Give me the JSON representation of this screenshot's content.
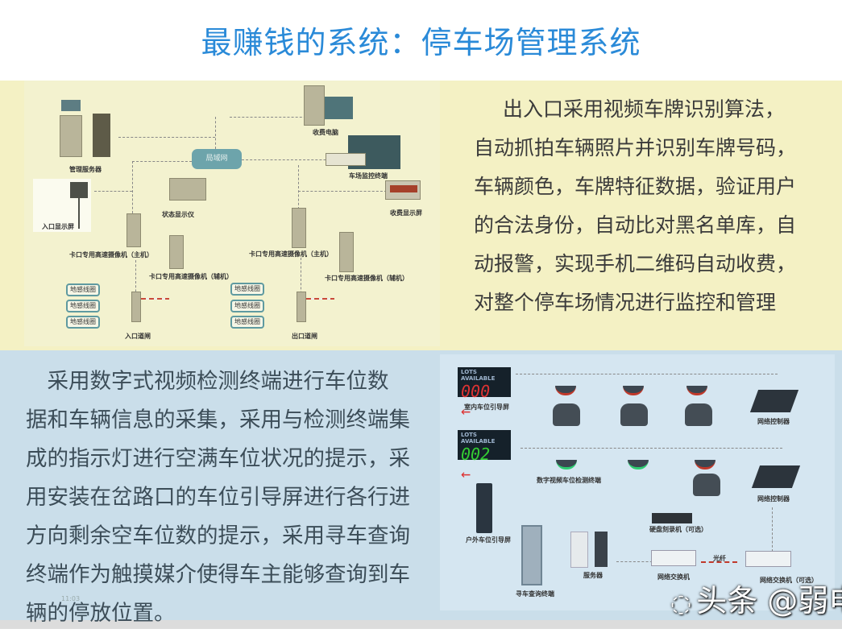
{
  "title": "最赚钱的系统：停车场管理系统",
  "top_text": [
    "出入口采用视频车牌识别算法，",
    "自动抓拍车辆照片并识别车牌号码，",
    "车辆颜色，车牌特征数据，验证用户",
    "的合法身份，自动比对黑名单库，自",
    "动报警，实现手机二维码自动收费，",
    "对整个停车场情况进行监控和管理"
  ],
  "bottom_text": [
    "　采用数字式视频检测终端进行车位数",
    "据和车辆信息的采集，采用与检测终端集",
    "成的指示灯进行空满车位状况的提示，采",
    "用安装在岔路口的车位引导屏进行各行进",
    "方向剩余空车位数的提示，采用寻车查询",
    "终端作为触摸媒介使得车主能够查询到车",
    "辆的停放位置。"
  ],
  "diagram1": {
    "lan": "局域网",
    "server": "管理服务器",
    "toll_pc": "收费电脑",
    "monitor_terminal": "车场监控终端",
    "status_display": "状态显示仪",
    "entry_display": "入口显示屏",
    "toll_display": "收费显示屏",
    "cam_main": "卡口专用高速摄像机（主机）",
    "cam_aux": "卡口专用高速摄像机（辅机）",
    "loop": "地感线圈",
    "entry_gate": "入口道闸",
    "exit_gate": "出口道闸"
  },
  "diagram2": {
    "sign_header": "LOTS AVAILABLE",
    "sign1_count": "000",
    "sign2_count": "002",
    "arrow": "←",
    "indoor_sign": "室内车位引导屏",
    "controller": "网络控制器",
    "detector": "数字视频车位检测终端",
    "outdoor_sign": "户外车位引导屏",
    "dvr": "硬盘刻录机（可选）",
    "switch": "网络交换机",
    "fiber": "光纤",
    "switch_opt": "网络交换机（可选）",
    "server": "服务器",
    "kiosk": "寻车查询终端",
    "colors": {
      "occupied": "#c0392b",
      "free": "#2ecc71"
    }
  },
  "watermark": "头条 @弱电",
  "timestamp": "11:03"
}
